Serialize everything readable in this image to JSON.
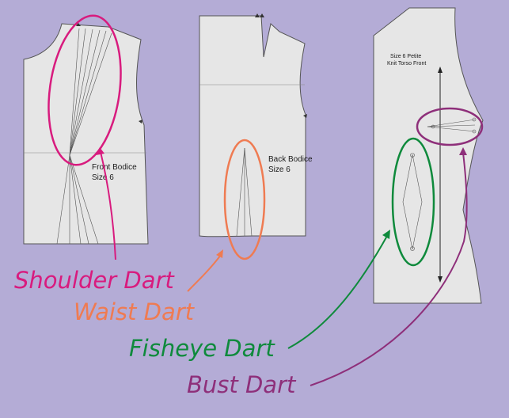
{
  "pieces": {
    "front": {
      "label_line1": "Front Bodice",
      "label_line2": "Size 6"
    },
    "back": {
      "label_line1": "Back Bodice",
      "label_line2": "Size 6"
    },
    "torso": {
      "label_line1": "Size 6 Petite",
      "label_line2": "Knit Torso Front"
    }
  },
  "callouts": {
    "shoulder": {
      "text": "Shoulder Dart",
      "color": "#d81b7e"
    },
    "waist": {
      "text": "Waist Dart",
      "color": "#ef7b52"
    },
    "fisheye": {
      "text": "Fisheye Dart",
      "color": "#0f8a3c"
    },
    "bust": {
      "text": "Bust Dart",
      "color": "#8e2f7a"
    }
  },
  "colors": {
    "background": "#b4acd6",
    "pattern_fill": "#e6e6e6",
    "pattern_stroke": "#555555"
  }
}
